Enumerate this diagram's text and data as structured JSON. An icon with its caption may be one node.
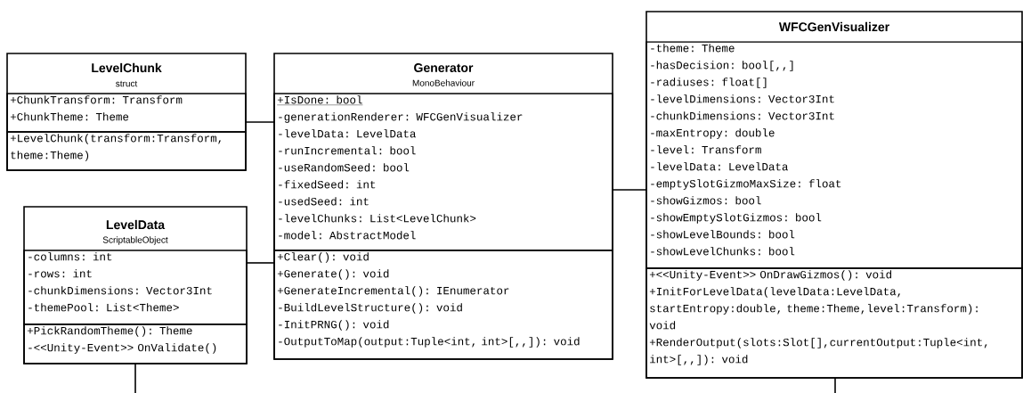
{
  "diagram": {
    "nodes": [
      {
        "text": [
          "LevelChunk",
          "struct"
        ]
      },
      {
        "text": [
          "+ChunkTransform: Transform",
          "+ChunkTheme: Theme"
        ],
        "in": 0
      },
      {
        "text": [
          "+LevelChunk(transform:Transform, theme:Theme)"
        ],
        "in": 0
      },
      {
        "text": [
          "Generator",
          "MonoBehaviour"
        ]
      },
      {
        "text": [
          "+IsDone: bool",
          "-generationRenderer: WFCGenVisualizer",
          "-levelData: LevelData",
          "-runIncremental: bool",
          "-useRandomSeed: bool",
          "-fixedSeed: int",
          "-usedSeed: int",
          "-levelChunks: List<LevelChunk>",
          "-model: AbstractModel"
        ],
        "in": 3
      },
      {
        "text": [
          "+Clear(): void",
          "+Generate(): void",
          "+GenerateIncremental(): IEnumerator",
          "-BuildLevelStructure(): void",
          "-InitPRNG(): void",
          "-OutputToMap(output:Tuple<int, int>[,,]): void"
        ],
        "in": 3
      },
      {
        "text": [
          "LevelData",
          "ScriptableObject"
        ]
      },
      {
        "text": [
          "-columns: int",
          "-rows: int",
          "-chunkDimensions: Vector3Int",
          "-themePool: List<Theme>"
        ],
        "in": 6
      },
      {
        "text": [
          "+PickRandomTheme(): Theme",
          "-<<Unity-Event>> OnValidate()"
        ],
        "in": 6
      },
      {
        "text": [
          "WFCGenVisualizer"
        ]
      },
      {
        "text": [
          "-theme: Theme",
          "-hasDecision: bool[,,]",
          "-radiuses: float[]",
          "-levelDimensions: Vector3Int",
          "-chunkDimensions: Vector3Int",
          "-maxEntropy: double",
          "-level: Transform",
          "-levelData: LevelData",
          "-emptySlotGizmoMaxSize: float",
          "-showGizmos: bool",
          "-showEmptySlotGizmos: bool",
          "-showLevelBounds: bool",
          "-showLevelChunks: bool"
        ],
        "in": 9
      },
      {
        "text": [
          "+<<Unity-Event>> OnDrawGizmos(): void",
          "+InitForLevelData(levelData:LevelData, startEntropy:double, theme:Theme,level:Transform): void",
          "+RenderOutput(slots:Slot[],currentOutput:Tuple<int, int>[,,]): void"
        ],
        "in": 9
      }
    ],
    "edges": [
      {
        "from": 0,
        "to": 3,
        "arrow": "none"
      },
      {
        "from": 6,
        "to": 3,
        "arrow": "none"
      },
      {
        "from": 3,
        "to": 9,
        "arrow": "none"
      },
      {
        "from": 6,
        "to": null,
        "arrow": "none"
      },
      {
        "from": 9,
        "to": null,
        "arrow": "none"
      }
    ]
  }
}
